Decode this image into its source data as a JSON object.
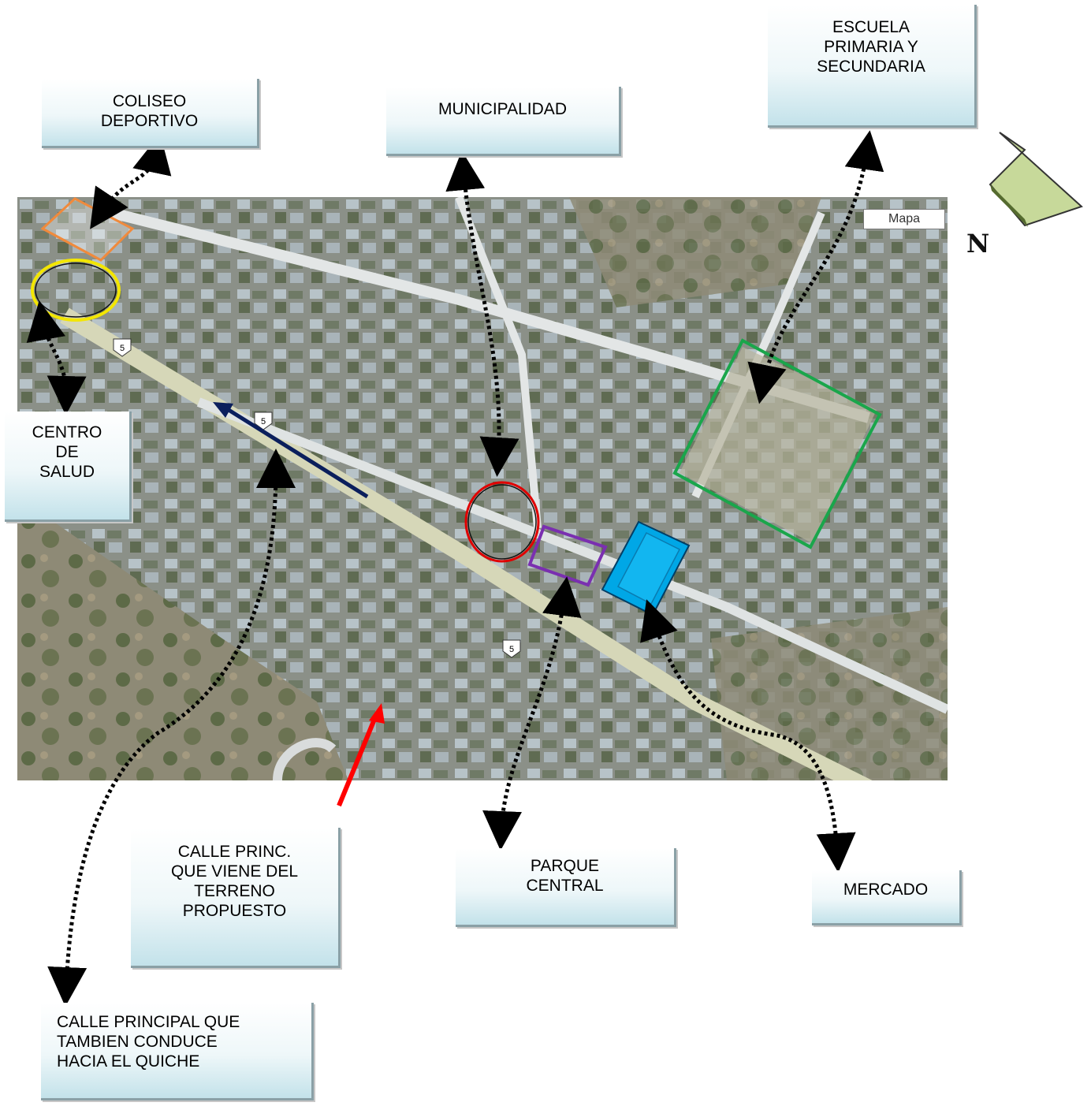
{
  "labels": {
    "coliseo": "COLISEO\nDEPORTIVO",
    "municipalidad": "MUNICIPALIDAD",
    "escuela": "ESCUELA\nPRIMARIA Y\nSECUNDARIA",
    "centro_salud": "CENTRO\nDE\nSALUD",
    "calle_princ": "CALLE PRINC.\nQUE VIENE  DEL\nTERRENO\nPROPUESTO",
    "parque": "PARQUE\nCENTRAL",
    "mercado": "MERCADO",
    "calle_principal_quiche": "CALLE PRINCIPAL QUE\nTAMBIEN CONDUCE\nHACIA EL QUICHE"
  },
  "map": {
    "mapa_button": "Mapa",
    "route_shield": "5",
    "north_label": "N"
  },
  "colors": {
    "coliseo_outline": "#f08a3c",
    "salud_outline": "#f3e600",
    "municipalidad_outline": "#e00000",
    "parque_outline": "#7a2fb0",
    "mercado_fill": "#00a7e6",
    "escuela_outline": "#1aa64b",
    "blue_arrow": "#0b1f5c",
    "red_arrow": "#ff0000",
    "north_arrow": "#c7d99a"
  }
}
